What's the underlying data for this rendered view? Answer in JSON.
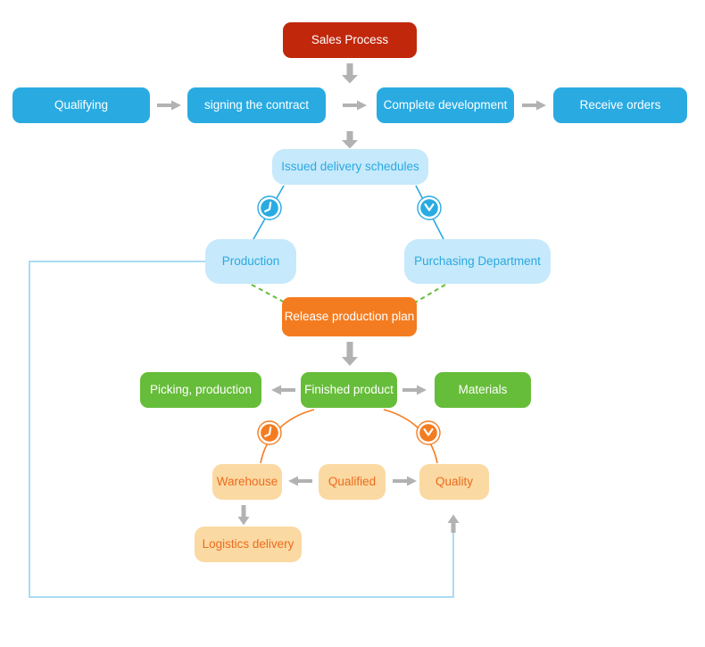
{
  "nodes": {
    "sales_process": "Sales Process",
    "qualifying": "Qualifying",
    "signing_contract": "signing the contract",
    "complete_development": "Complete development",
    "receive_orders": "Receive orders",
    "issued_delivery": "Issued delivery schedules",
    "production": "Production",
    "purchasing": "Purchasing Department",
    "release_plan": "Release production plan",
    "picking_production": "Picking, production",
    "finished_product": "Finished product",
    "materials": "Materials",
    "warehouse": "Warehouse",
    "qualified": "Qualified",
    "quality": "Quality",
    "logistics_delivery": "Logistics delivery"
  },
  "icons": {
    "timer_top_left": "clock-icon",
    "timer_top_right": "clock-icon",
    "timer_bottom_left": "clock-icon",
    "timer_bottom_right": "clock-icon"
  },
  "colors": {
    "red": "#C1270B",
    "blue": "#29ABE2",
    "light_blue_fill": "#C6E9FB",
    "light_blue_text": "#2AA9E1",
    "orange": "#F47C20",
    "green": "#66BD39",
    "peach_fill": "#FBD9A2",
    "peach_text": "#EC6B1E",
    "arrow_gray": "#B2B2B2",
    "feedback_line": "#AADCF4"
  }
}
